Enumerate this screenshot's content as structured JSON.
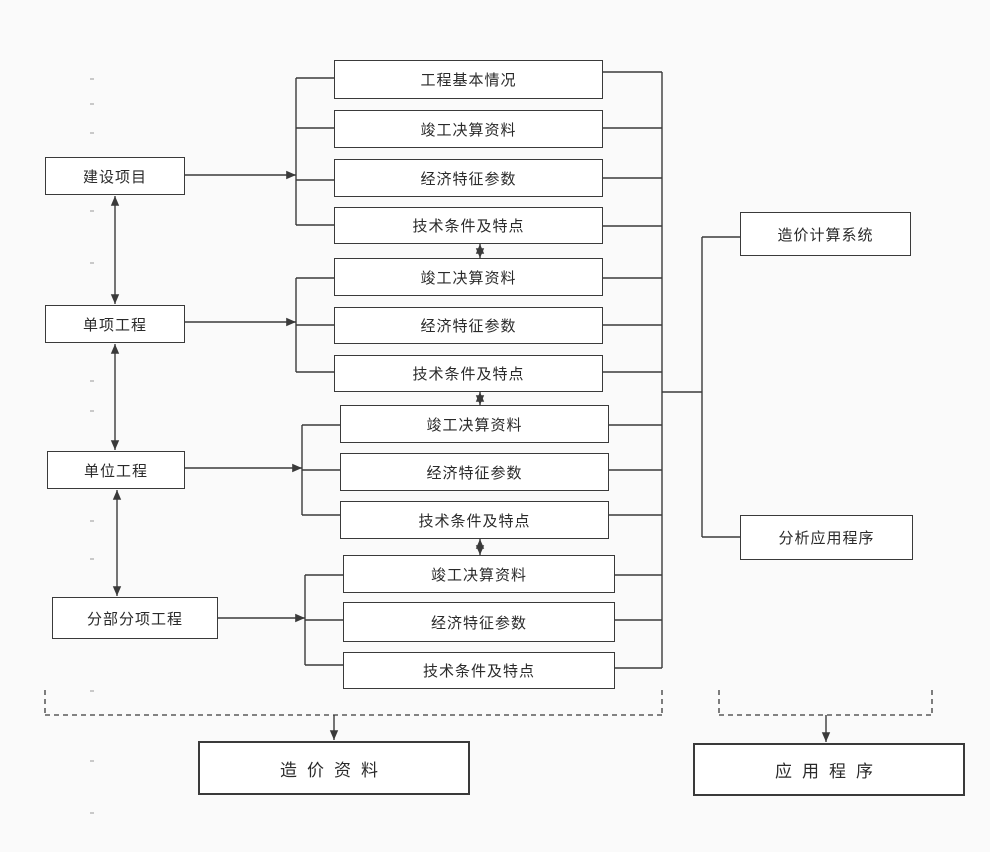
{
  "left_column": {
    "project": "建设项目",
    "single_item": "单项工程",
    "unit_engineering": "单位工程",
    "sub_item": "分部分项工程"
  },
  "groups": {
    "project": [
      "工程基本情况",
      "竣工决算资料",
      "经济特征参数",
      "技术条件及特点"
    ],
    "single_item": [
      "竣工决算资料",
      "经济特征参数",
      "技术条件及特点"
    ],
    "unit_engineering": [
      "竣工决算资料",
      "经济特征参数",
      "技术条件及特点"
    ],
    "sub_item": [
      "竣工决算资料",
      "经济特征参数",
      "技术条件及特点"
    ]
  },
  "right_column": {
    "system": "造价计算系统",
    "program": "分析应用程序"
  },
  "bottom": {
    "cost_data": "造价资料",
    "application": "应用程序"
  }
}
